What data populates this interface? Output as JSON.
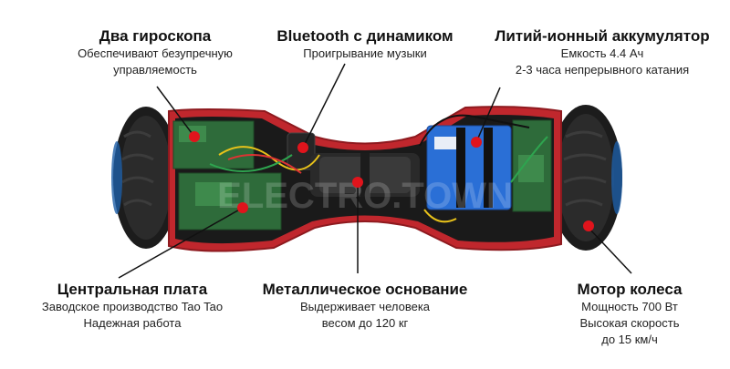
{
  "colors": {
    "frame": "#c0272d",
    "marker": "#e0141c",
    "pcb": "#2e6b3a",
    "battery": "#2a6fd6",
    "tire": "#1c1c1c"
  },
  "labels": {
    "gyro": {
      "title": "Два гироскопа",
      "lines": [
        "Обеспечивают безупречную",
        "управляемость"
      ]
    },
    "bt": {
      "title": "Bluetooth с динамиком",
      "lines": [
        "Проигрывание музыки"
      ]
    },
    "batt": {
      "title": "Литий-ионный аккумулятор",
      "lines": [
        "Емкость 4.4 Ач",
        "2-3 часа непрерывного катания"
      ]
    },
    "board": {
      "title": "Центральная плата",
      "lines": [
        "Заводское производство Tao Tao",
        "Надежная работа"
      ]
    },
    "base": {
      "title": "Металлическое основание",
      "lines": [
        "Выдерживает человека",
        "весом до 120 кг"
      ]
    },
    "motor": {
      "title": "Мотор колеса",
      "lines": [
        "Мощность 700 Вт",
        "Высокая скорость",
        "до 15 км/ч"
      ]
    }
  },
  "watermark": "ELECTRO.TOWN"
}
